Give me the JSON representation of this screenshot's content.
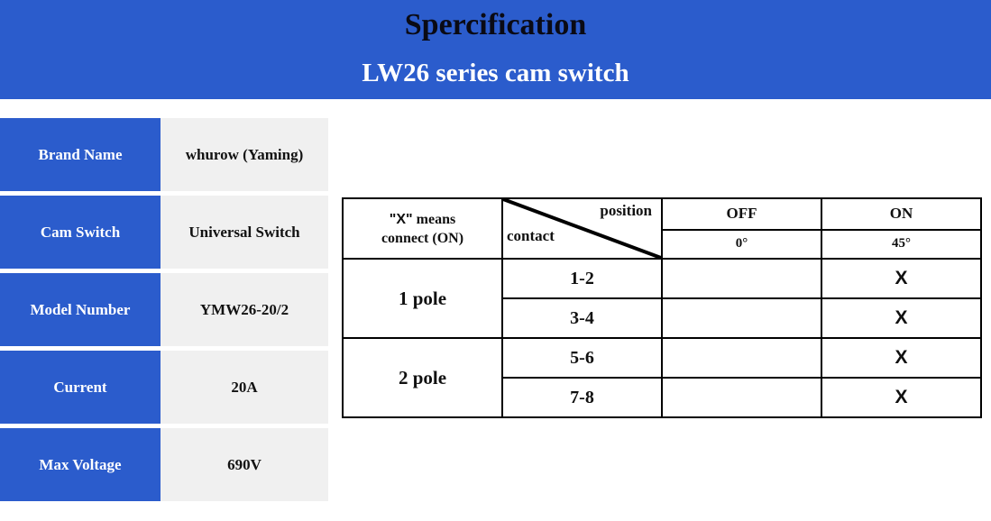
{
  "header": {
    "title": "Spercification",
    "subtitle": "LW26 series cam switch",
    "band_color": "#2b5ccc",
    "title_color": "#0a0a14",
    "subtitle_color": "#ffffff"
  },
  "spec_table": {
    "label_bg": "#2b5ccc",
    "value_bg": "#f0f0f0",
    "rows": [
      {
        "label": "Brand Name",
        "value": "whurow (Yaming)"
      },
      {
        "label": "Cam Switch",
        "value": "Universal Switch"
      },
      {
        "label": "Model Number",
        "value": "YMW26-20/2"
      },
      {
        "label": "Current",
        "value": "20A"
      },
      {
        "label": "Max Voltage",
        "value": "690V"
      }
    ]
  },
  "contact_table": {
    "legend_line1_prefix": "\"",
    "legend_x": "X",
    "legend_line1_suffix": "\" means",
    "legend_line2": "connect (ON)",
    "legend_full": "\"X\" means connect (ON)",
    "diagonal_top_label": "position",
    "diagonal_bottom_label": "contact",
    "states": [
      "OFF",
      "ON"
    ],
    "angles": [
      "0°",
      "45°"
    ],
    "mark": "X",
    "empty": "",
    "groups": [
      {
        "pole": "1 pole",
        "rows": [
          {
            "terminal": "1-2",
            "off": "",
            "on": "X"
          },
          {
            "terminal": "3-4",
            "off": "",
            "on": "X"
          }
        ]
      },
      {
        "pole": "2 pole",
        "rows": [
          {
            "terminal": "5-6",
            "off": "",
            "on": "X"
          },
          {
            "terminal": "7-8",
            "off": "",
            "on": "X"
          }
        ]
      }
    ]
  }
}
